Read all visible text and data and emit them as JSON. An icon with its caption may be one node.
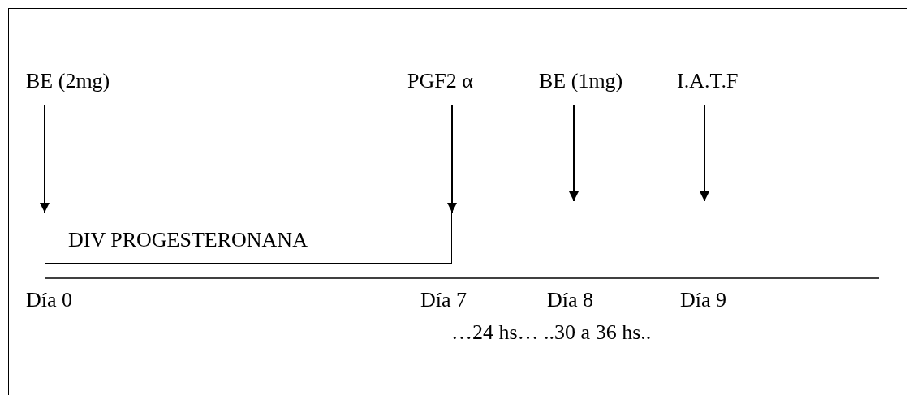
{
  "diagram": {
    "nodes": [
      {
        "text": [
          "BE (2mg)"
        ]
      },
      {
        "text": [
          "PGF2 α"
        ]
      },
      {
        "text": [
          "BE (1mg)"
        ]
      },
      {
        "text": [
          "I.A.T.F"
        ]
      },
      {
        "text": [
          "DIV PROGESTERONANA"
        ]
      }
    ],
    "edges": [
      {
        "from": 0,
        "to": 4,
        "arrow": "to"
      },
      {
        "from": 1,
        "to": 4,
        "arrow": "to"
      },
      {
        "from": 2,
        "to": null,
        "arrow": "to"
      },
      {
        "from": 3,
        "to": null,
        "arrow": "to"
      }
    ],
    "labels": [
      "Día 0",
      "Día 7",
      "Día 8",
      "Día 9",
      "…24 hs… ..30 a 36 hs.."
    ]
  }
}
